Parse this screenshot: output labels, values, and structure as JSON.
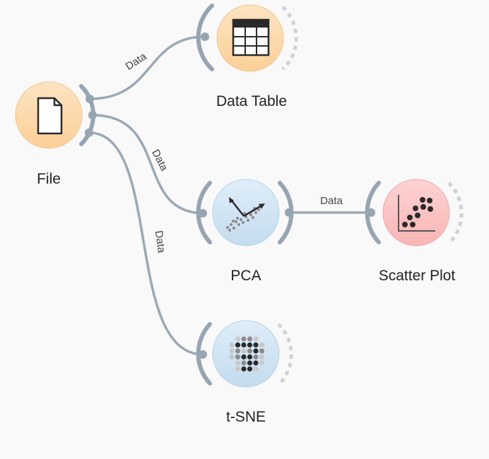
{
  "colors": {
    "background": "#f9f9f9",
    "link": "#9aa9b5",
    "anchor": "#96a5b1",
    "anchor_dashed": "#cfd3d7",
    "data_widget_fill": "#fcd7a6",
    "data_widget_ring": "#f6bf87",
    "unsupervised_fill": "#cfe3f3",
    "unsupervised_ring": "#a8cbe6",
    "visualize_fill": "#fbc5c4",
    "visualize_ring": "#f3a3a4",
    "label_text": "#222222",
    "icon_dark": "#2a2a2a"
  },
  "workflow": {
    "nodes": {
      "file": {
        "label": "File",
        "icon": "document-icon"
      },
      "data_table": {
        "label": "Data Table",
        "icon": "table-icon"
      },
      "pca": {
        "label": "PCA",
        "icon": "pca-arrows-icon"
      },
      "scatter_plot": {
        "label": "Scatter Plot",
        "icon": "scatter-icon"
      },
      "tsne": {
        "label": "t-SNE",
        "icon": "tsne-dots-icon"
      }
    },
    "links": {
      "file_to_data_table": {
        "label": "Data"
      },
      "file_to_pca": {
        "label": "Data"
      },
      "file_to_tsne": {
        "label": "Data"
      },
      "pca_to_scatter": {
        "label": "Data"
      }
    }
  }
}
